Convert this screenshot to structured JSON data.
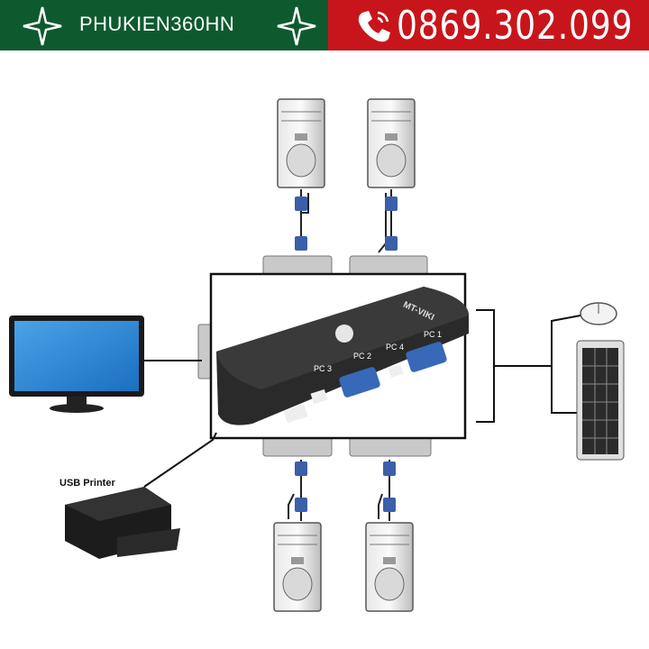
{
  "banner": {
    "shop_name": "PHUKIEN360HN",
    "phone_number": "0869.302.099",
    "left_color": "#0e5a2e",
    "right_color": "#c8151b",
    "icons": [
      "star-icon",
      "star-icon",
      "phone-icon"
    ]
  },
  "diagram": {
    "printer_label": "USB Printer",
    "switch_brand": "MT-VIKI",
    "port_labels": [
      "PC 1",
      "PC 2",
      "PC 3",
      "PC 4"
    ],
    "devices": [
      "monitor",
      "usb-printer",
      "mouse",
      "keyboard",
      "pc-tower",
      "pc-tower",
      "pc-tower",
      "pc-tower",
      "kvm-switch"
    ]
  }
}
